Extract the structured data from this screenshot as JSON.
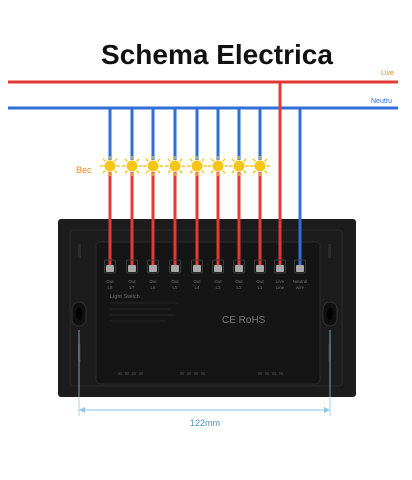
{
  "title": "Schema Electrica",
  "wires": {
    "live_label": "Live",
    "neutral_label": "Neutru",
    "live_color": "#e53935",
    "neutral_color": "#2f6fd6"
  },
  "bulb_label": "Bec",
  "bulb_color": "#f5c518",
  "switch": {
    "name": "Light Switch",
    "terminals": [
      {
        "top": "Out",
        "bottom": "L8"
      },
      {
        "top": "Out",
        "bottom": "L7"
      },
      {
        "top": "Out",
        "bottom": "L6"
      },
      {
        "top": "Out",
        "bottom": "L5"
      },
      {
        "top": "Out",
        "bottom": "L4"
      },
      {
        "top": "Out",
        "bottom": "L3"
      },
      {
        "top": "Out",
        "bottom": "L2"
      },
      {
        "top": "Out",
        "bottom": "L1"
      },
      {
        "top": "Live",
        "bottom": "Line"
      },
      {
        "top": "Neutral",
        "bottom": "wire"
      }
    ],
    "marks": "CE RoHS"
  },
  "dimension_label": "122mm"
}
